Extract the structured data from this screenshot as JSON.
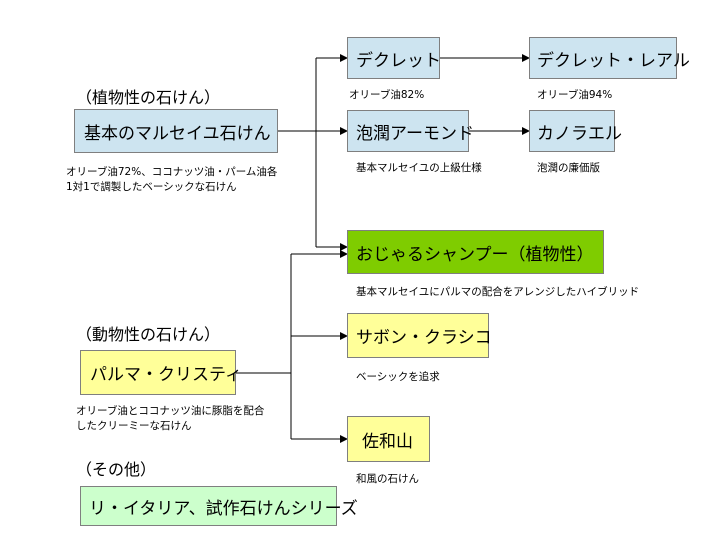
{
  "headings": {
    "plant": "（植物性の石けん）",
    "animal": "（動物性の石けん）",
    "other": "（その他）"
  },
  "boxes": {
    "basic": "基本のマルセイユ石けん",
    "decret": "デクレット",
    "decret_real": "デクレット・レアル",
    "almond": "泡潤アーモンド",
    "canorael": "カノラエル",
    "ojaru": "おじゃるシャンプー（植物性）",
    "palma": "パルマ・クリスティ",
    "savon": "サボン・クラシコ",
    "sawayama": "佐和山",
    "ritalia": "リ・イタリア、試作石けんシリーズ"
  },
  "notes": {
    "basic_line1": "オリーブ油72%、ココナッツ油・パーム油各",
    "basic_line2": "1対1で調製したベーシックな石けん",
    "decret": "オリーブ油82%",
    "decret_real": "オリーブ油94%",
    "almond": "基本マルセイユの上級仕様",
    "canorael": "泡潤の廉価版",
    "ojaru": "基本マルセイユにパルマの配合をアレンジしたハイブリッド",
    "palma_line1": "オリーブ油とココナッツ油に豚脂を配合",
    "palma_line2": "したクリーミーな石けん",
    "savon": "ベーシックを追求",
    "sawayama": "和風の石けん"
  }
}
